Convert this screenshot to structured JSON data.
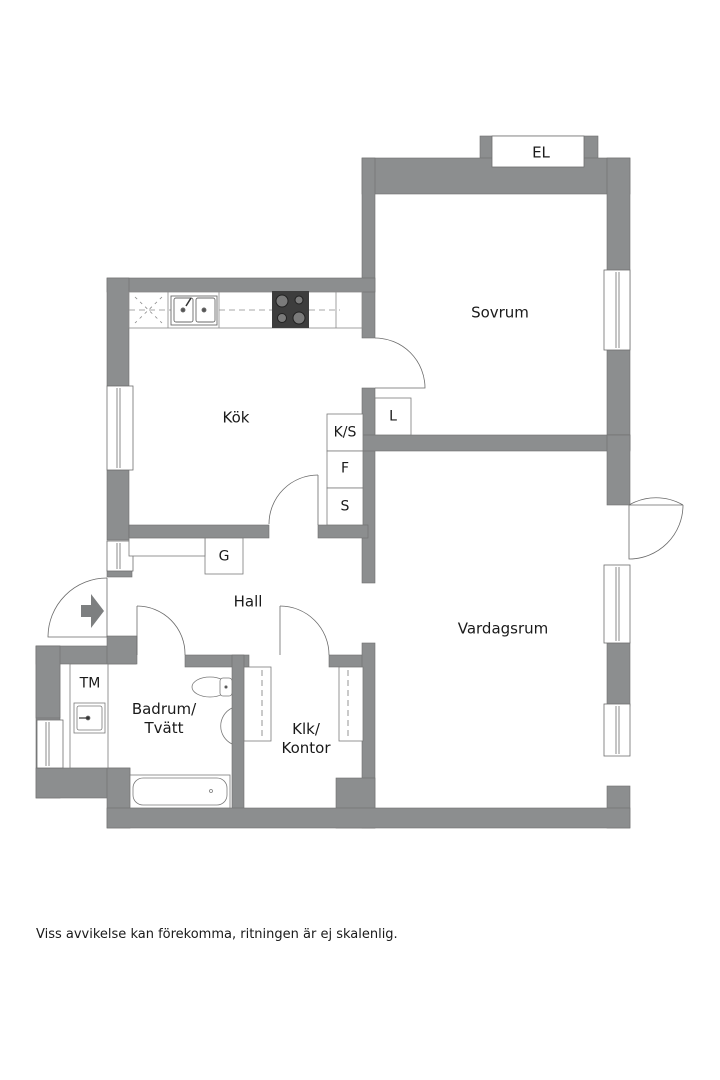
{
  "floorplan": {
    "wall_color": "#8c8e8f",
    "line_color": "#6a6a6a",
    "rooms": [
      {
        "id": "sovrum",
        "label": "Sovrum"
      },
      {
        "id": "kok",
        "label": "Kök"
      },
      {
        "id": "hall",
        "label": "Hall"
      },
      {
        "id": "vardagsrum",
        "label": "Vardagsrum"
      },
      {
        "id": "badrum",
        "label_line1": "Badrum/",
        "label_line2": "Tvätt"
      },
      {
        "id": "klk",
        "label_line1": "Klk/",
        "label_line2": "Kontor"
      }
    ],
    "fixtures": {
      "el": "EL",
      "l": "L",
      "ks": "K/S",
      "f": "F",
      "s": "S",
      "g": "G",
      "tm": "TM"
    },
    "icons": [
      "entrance-arrow-icon",
      "stove-icon",
      "sink-icon",
      "toilet-icon",
      "washbasin-icon",
      "bathtub-icon"
    ]
  },
  "footer": {
    "disclaimer": "Viss avvikelse kan förekomma, ritningen är ej skalenlig."
  }
}
